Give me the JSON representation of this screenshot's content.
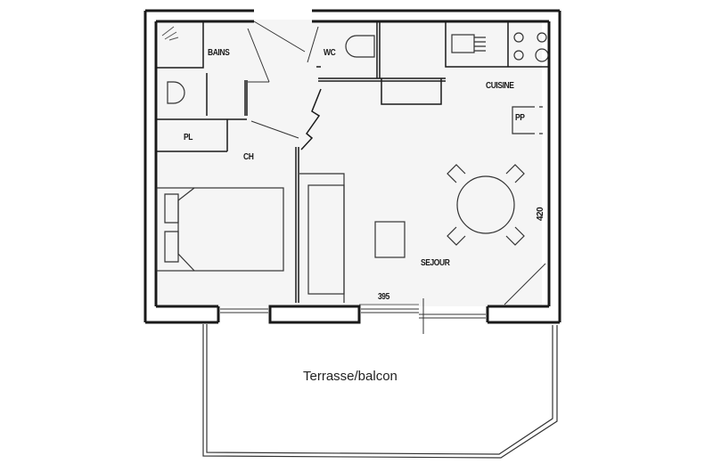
{
  "plan": {
    "rooms": [
      {
        "id": "bains",
        "label": "BAINS"
      },
      {
        "id": "wc",
        "label": "WC"
      },
      {
        "id": "cuisine",
        "label": "CUISINE"
      },
      {
        "id": "pp",
        "label": "PP"
      },
      {
        "id": "pl",
        "label": "PL"
      },
      {
        "id": "ch",
        "label": "CH"
      },
      {
        "id": "sejour",
        "label": "SEJOUR"
      }
    ],
    "dimensions": {
      "width_label": "395",
      "height_label": "420"
    },
    "terrace": {
      "label": "Terrasse/balcon"
    },
    "colors": {
      "wall": "#1a1a1a",
      "line": "#333333",
      "background": "#ffffff",
      "floor": "#f4f4f4"
    }
  }
}
